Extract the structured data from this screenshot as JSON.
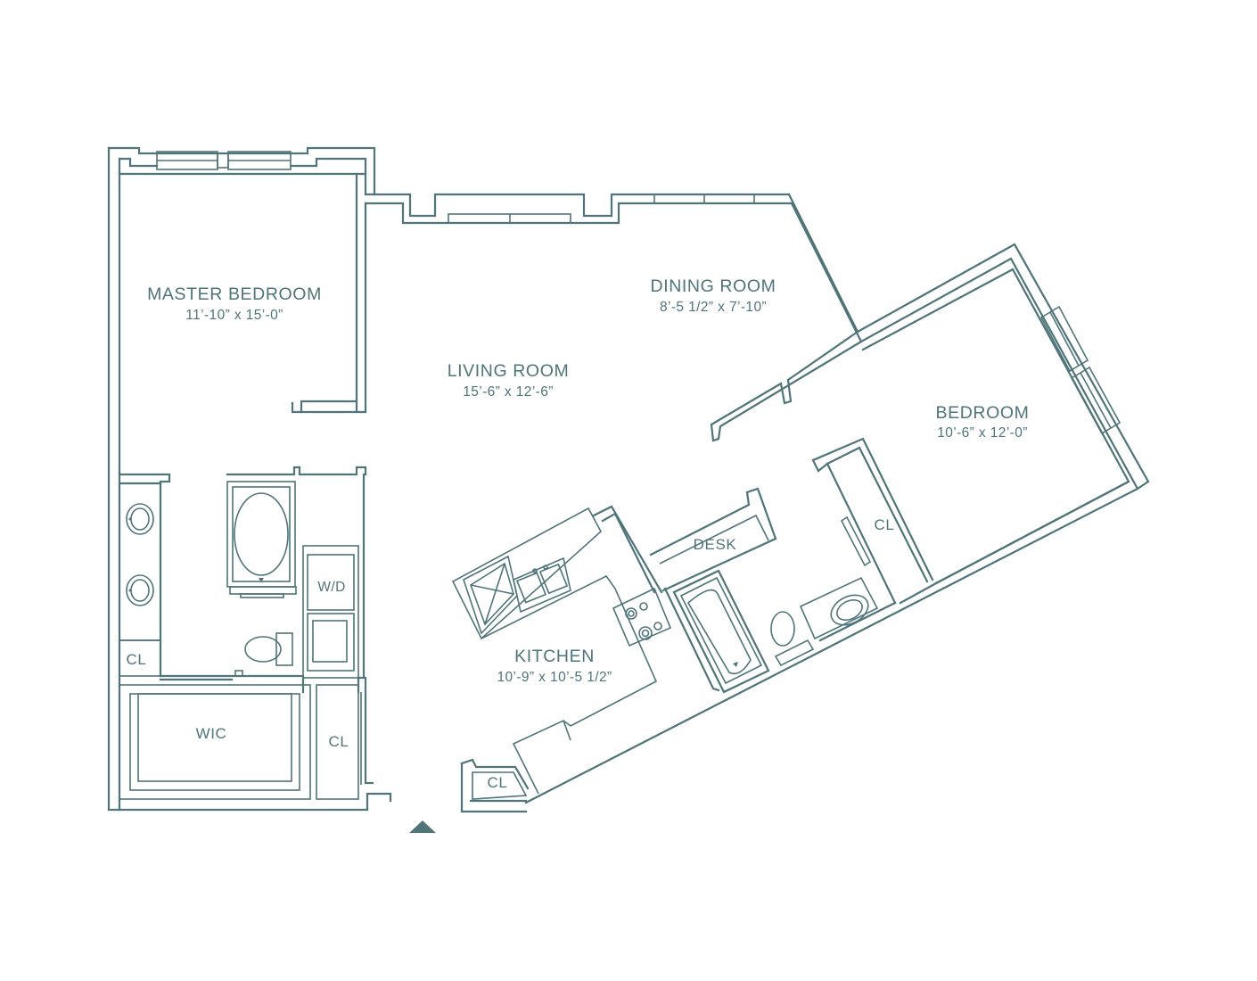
{
  "colors": {
    "ink": "#4f7479",
    "background": "#ffffff"
  },
  "rooms": {
    "master_bedroom": {
      "name": "MASTER BEDROOM",
      "dims": "11’-10” x 15’-0”"
    },
    "living_room": {
      "name": "LIVING ROOM",
      "dims": "15’-6”  x  12’-6”"
    },
    "dining_room": {
      "name": "DINING ROOM",
      "dims": "8’-5 1/2”  x  7’-10”"
    },
    "bedroom": {
      "name": "BEDROOM",
      "dims": "10’-6”  x  12’-0”"
    },
    "kitchen": {
      "name": "KITCHEN",
      "dims": "10’-9” x 10’-5 1/2”"
    }
  },
  "labels": {
    "wd": "W/D",
    "desk": "DESK",
    "wic": "WIC",
    "cl_master": "CL",
    "cl_hall": "CL",
    "cl_kitchen": "CL",
    "cl_bedroom": "CL"
  },
  "icons": {
    "entry": "entry-arrow-icon"
  }
}
